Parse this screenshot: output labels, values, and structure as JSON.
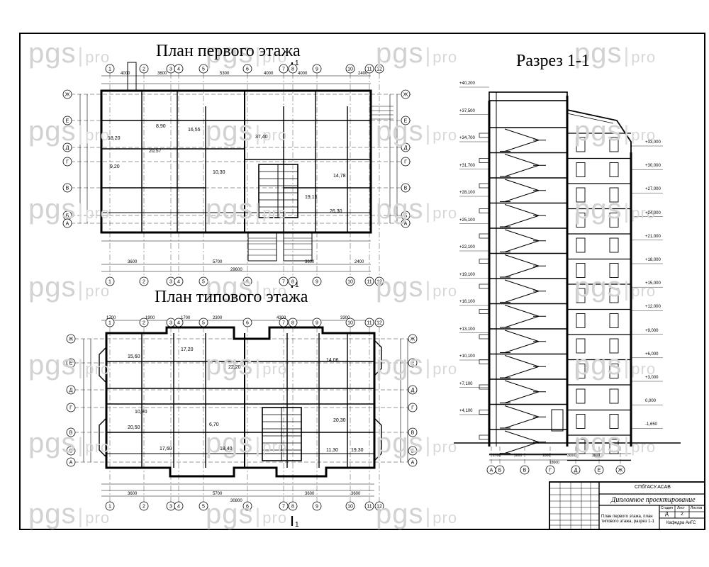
{
  "sheet": {
    "title_plan1": "План первого этажа",
    "title_plan2": "План типового этажа",
    "title_section": "Разрез 1-1",
    "watermark": "pgs",
    "watermark_pro": "pro",
    "section_mark": "1"
  },
  "plan_axes_top": [
    "1",
    "2",
    "3",
    "4",
    "5",
    "6",
    "7",
    "8",
    "9",
    "10",
    "11",
    "12"
  ],
  "plan_axes_side": [
    "Ж",
    "Е",
    "Д",
    "Г",
    "В",
    "Б",
    "А"
  ],
  "plan1_dims_top": [
    "4000",
    "3600",
    "5300",
    "4000",
    "4000",
    "2400"
  ],
  "plan1_dims_bottom": [
    "3600",
    "5700",
    "3600",
    "2400"
  ],
  "plan1_overall": "29600",
  "plan2_dims_top": [
    "1700",
    "1900",
    "1700",
    "2300",
    "4300",
    "3300"
  ],
  "plan2_dims_bottom": [
    "3600",
    "5700",
    "3600",
    "3600"
  ],
  "plan2_overall": "30800",
  "plan1_rooms": [
    "18,20",
    "16,55",
    "9,20",
    "20,57",
    "37,40",
    "14,78",
    "19,15",
    "10,30",
    "8,90",
    "26,30"
  ],
  "plan2_rooms": [
    "15,60",
    "17,20",
    "22,20",
    "14,06",
    "10,80",
    "20,50",
    "17,60",
    "18,40",
    "11,30",
    "19,30",
    "6,70",
    "20,30"
  ],
  "section_axes": [
    "А",
    "Б",
    "В",
    "Г",
    "Д",
    "Е",
    "Ж"
  ],
  "section_levels_left": [
    "+40,200",
    "+37,500",
    "+34,700",
    "+31,700",
    "+28,100",
    "+25,100",
    "+22,100",
    "+19,100",
    "+16,100",
    "+13,100",
    "+10,100",
    "+7,100",
    "+4,100"
  ],
  "section_levels_right": [
    "+33,000",
    "+30,000",
    "+27,000",
    "+24,000",
    "+21,000",
    "+18,000",
    "+15,000",
    "+12,000",
    "+9,000",
    "+6,000",
    "+3,000",
    "0,000",
    "-1,650"
  ],
  "section_bottom_dims": [
    "2700",
    "3000",
    "1800",
    "3000",
    "3000"
  ],
  "section_overall": "18000",
  "stamp": {
    "code": "СПбГАСУ.АСАВ",
    "project": "Дипломное проектирование",
    "sheet_title": "План первого этажа, план типового этажа, разрез 1-1",
    "sheet_label": "Лист",
    "sheets_label": "Листов",
    "stage": "Д",
    "sheet_no": "2",
    "dept": "Кафедра АиГС"
  }
}
